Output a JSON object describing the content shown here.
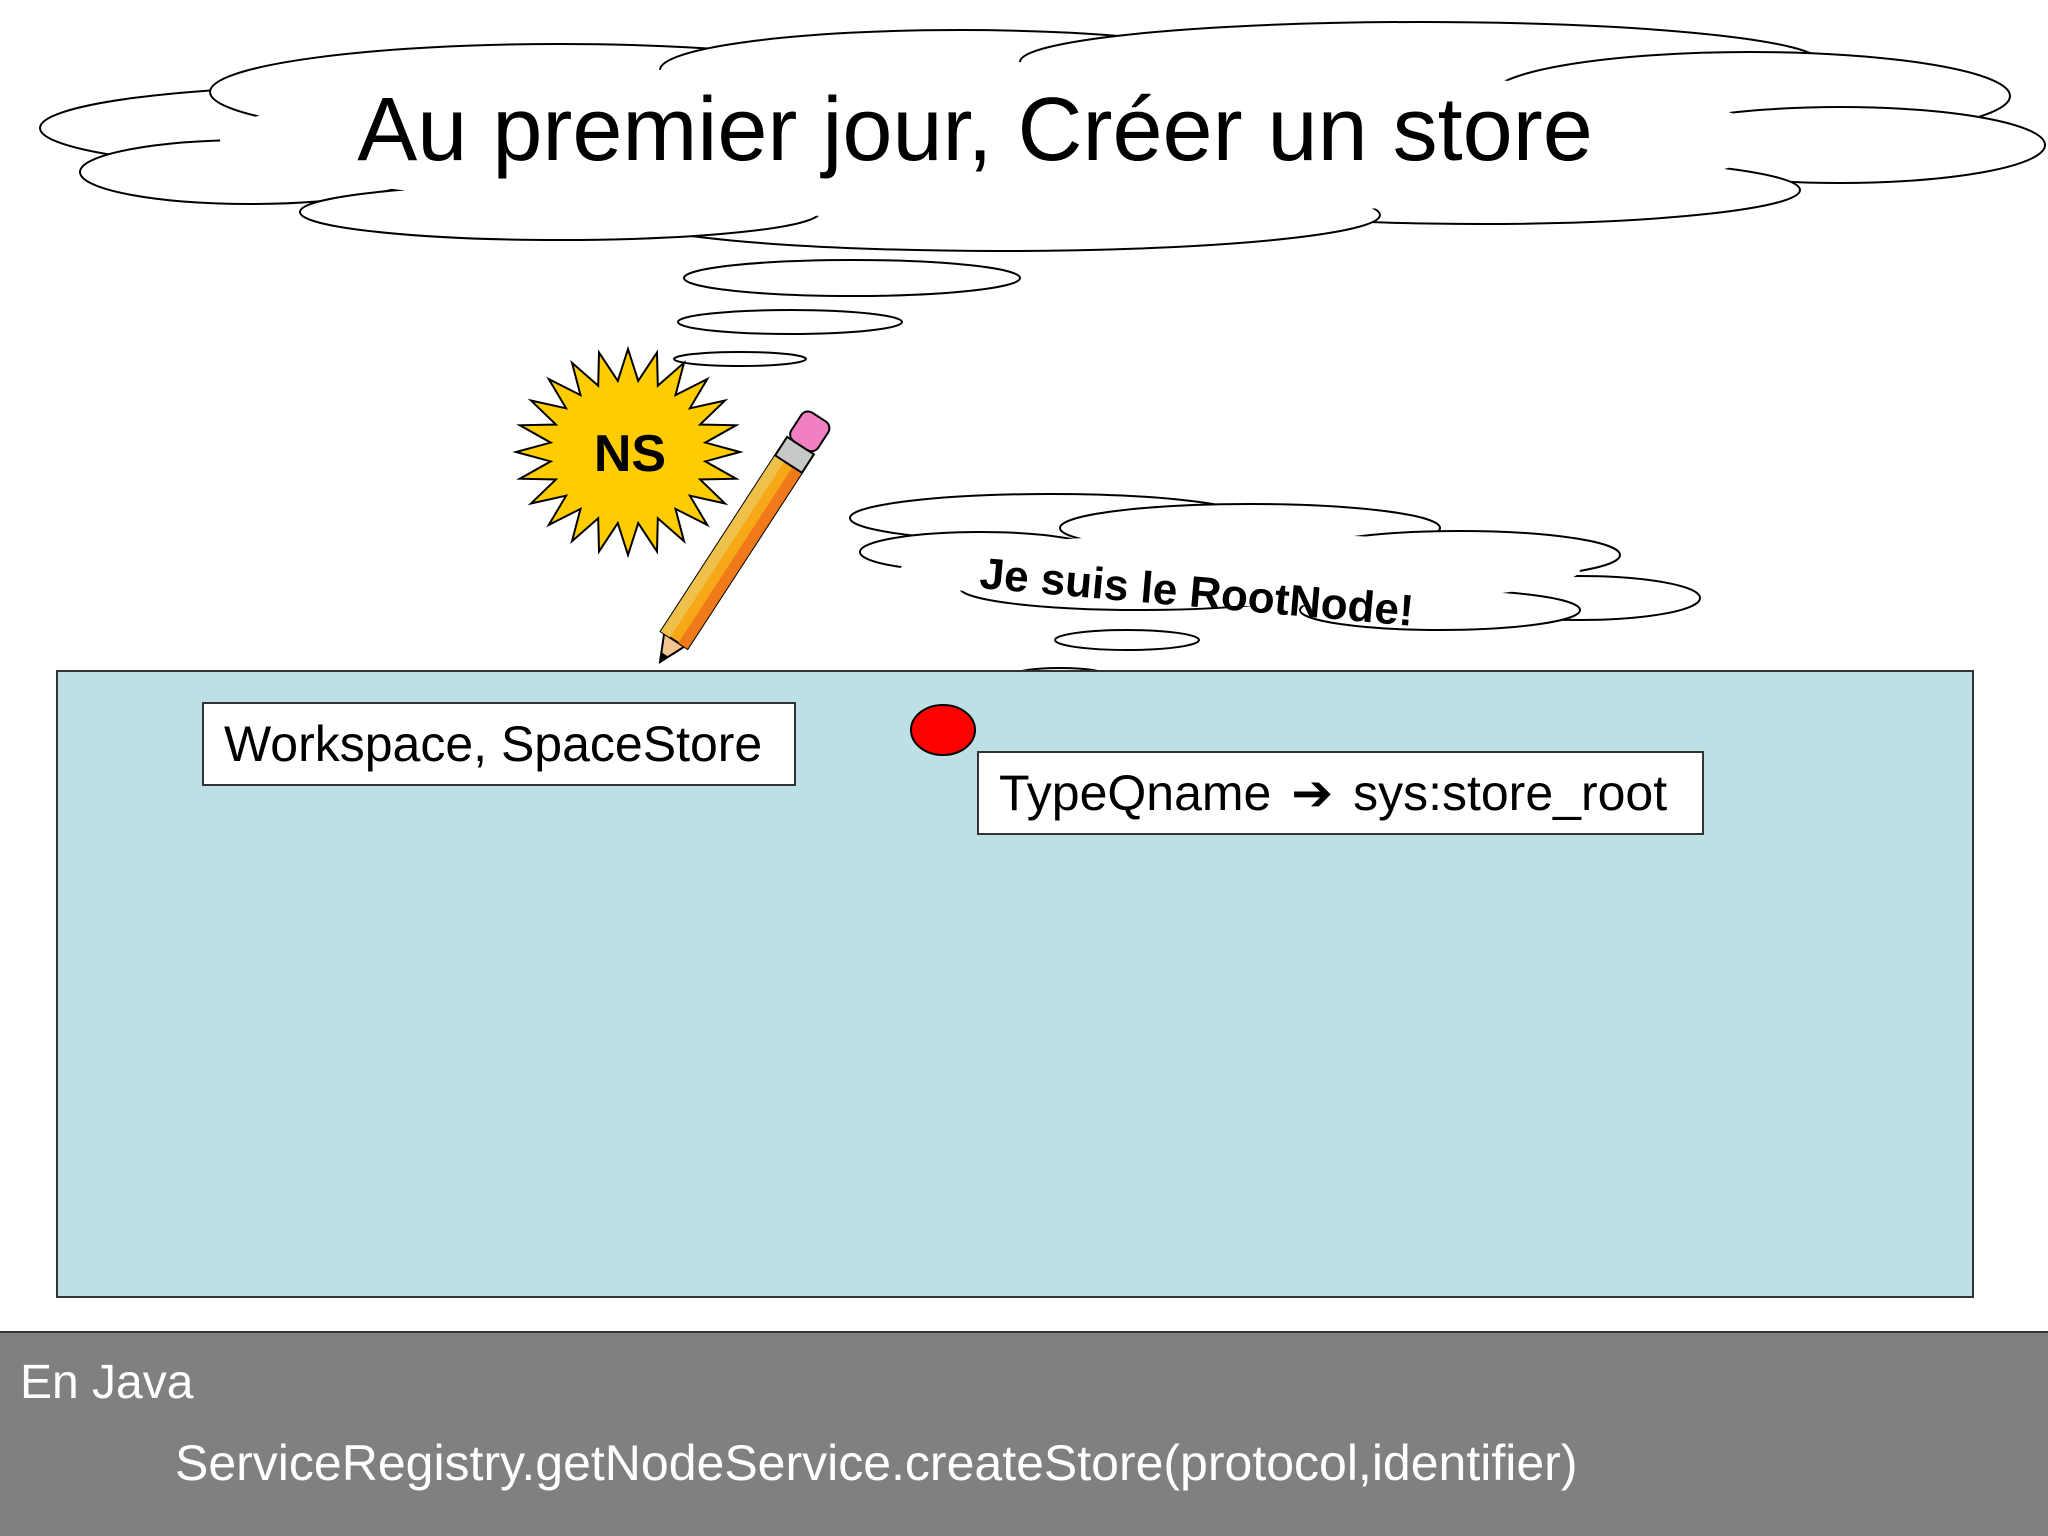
{
  "title": "Au premier jour, Créer un store",
  "namespace_badge": {
    "label": "NS",
    "color": "#ffcc00"
  },
  "root_node_thought": {
    "text": "Je suis le RootNode!"
  },
  "store": {
    "background_color": "#bce0e4",
    "store_ref_label": "Workspace, SpaceStore",
    "root_node": {
      "color": "#ff0000"
    },
    "type_label": {
      "prefix": "TypeQname",
      "arrow": "➔",
      "value": "sys:store_root"
    }
  },
  "code": {
    "language_label": "En Java",
    "line": "ServiceRegistry.getNodeService.createStore(protocol,identifier)"
  },
  "icons": {
    "pencil": "pencil-icon",
    "starburst": "starburst-icon",
    "root_node": "red-circle-icon"
  }
}
